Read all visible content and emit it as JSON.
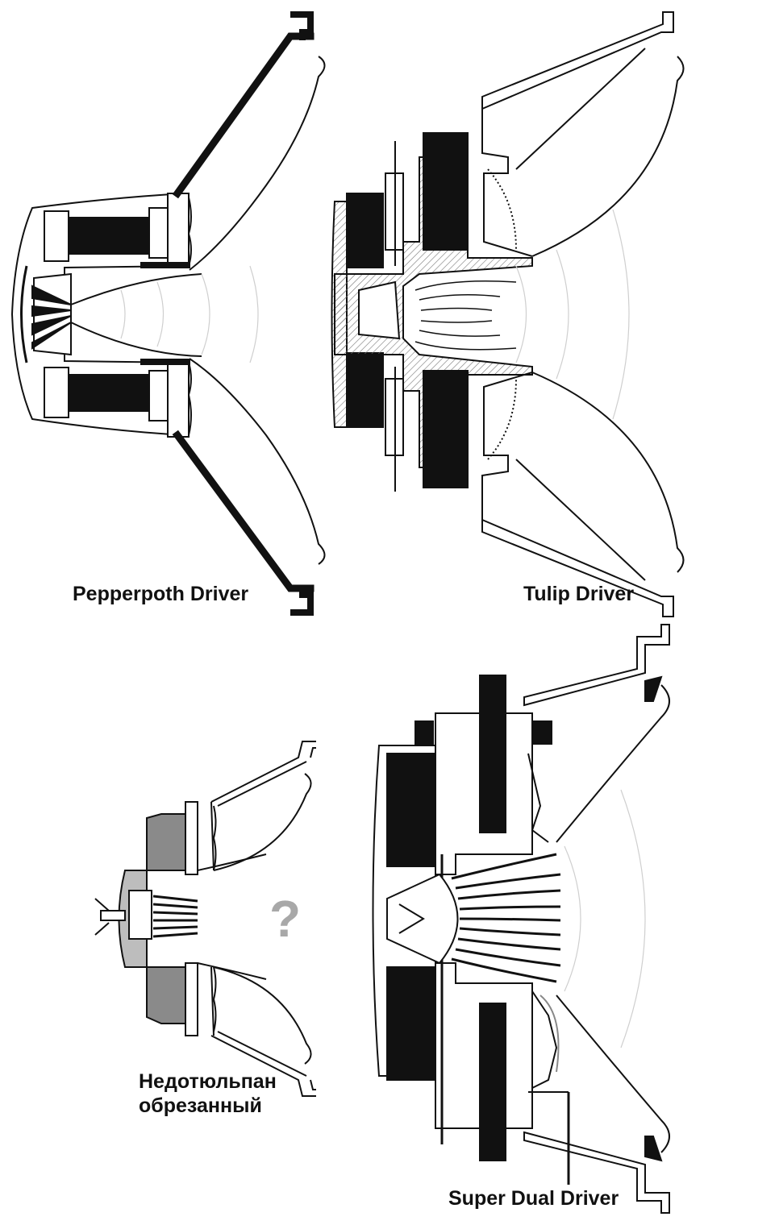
{
  "labels": {
    "pepperpoth": "Pepperpoth Driver",
    "tulip": "Tulip Driver",
    "nedotulip_line1": "Недотюльпан",
    "nedotulip_line2": "обрезанный",
    "super_dual": "Super Dual Driver",
    "question": "?"
  },
  "colors": {
    "ink": "#111111",
    "hatch": "#777777",
    "gray_fill": "#8a8a8a",
    "question": "#a8a8a8",
    "wave": "#cfcfcf"
  }
}
